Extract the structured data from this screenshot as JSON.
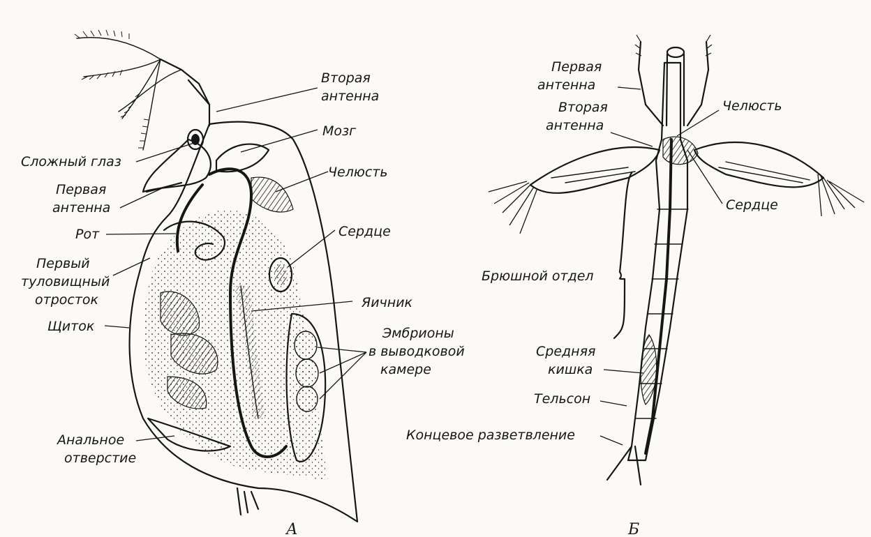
{
  "figure": {
    "panel_a": {
      "letter": "А",
      "labels": {
        "second_antenna": [
          "Вторая",
          "антенна"
        ],
        "brain": "Мозг",
        "compound_eye": "Сложный глаз",
        "first_antenna": [
          "Первая",
          "антенна"
        ],
        "jaw": "Челюсть",
        "mouth": "Рот",
        "heart": "Сердце",
        "first_trunk_appendage": [
          "Первый",
          "туловищный",
          "отросток"
        ],
        "ovary": "Яичник",
        "shield": "Щиток",
        "embryos": [
          "Эмбрионы",
          "в выводковой",
          "камере"
        ],
        "anal_opening": [
          "Анальное",
          "отверстие"
        ]
      }
    },
    "panel_b": {
      "letter": "Б",
      "labels": {
        "first_antenna": [
          "Первая",
          "антенна"
        ],
        "second_antenna": [
          "Вторая",
          "антенна"
        ],
        "jaw": "Челюсть",
        "heart": "Сердце",
        "abdomen": "Брюшной отдел",
        "midgut": [
          "Средняя",
          "кишка"
        ],
        "telson": "Тельсон",
        "caudal_furca": "Концевое разветвление"
      }
    }
  }
}
